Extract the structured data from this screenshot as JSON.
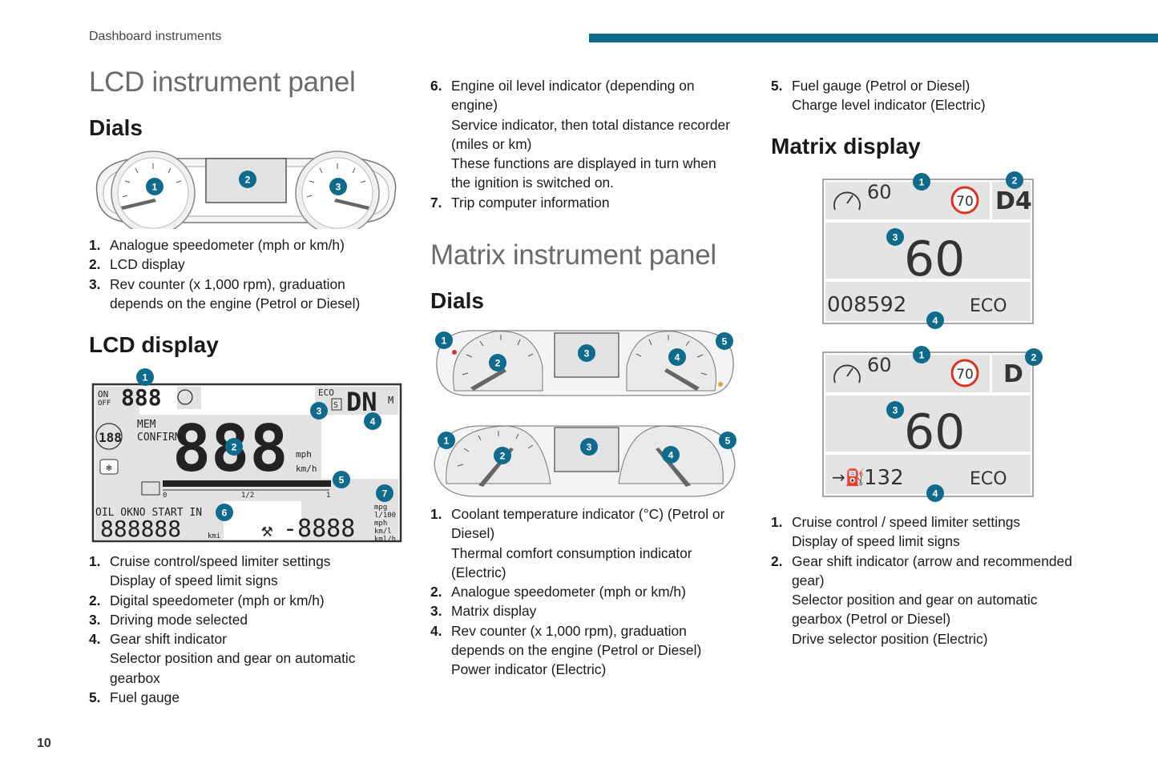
{
  "header": {
    "section": "Dashboard instruments"
  },
  "page_number": "10",
  "col1": {
    "title": "LCD instrument panel",
    "dials_heading": "Dials",
    "dials_items": [
      {
        "num": "1.",
        "lines": [
          "Analogue speedometer (mph or km/h)"
        ]
      },
      {
        "num": "2.",
        "lines": [
          "LCD display"
        ]
      },
      {
        "num": "3.",
        "lines": [
          "Rev counter (x 1,000 rpm), graduation",
          "depends on the engine (Petrol or Diesel)"
        ]
      }
    ],
    "lcd_heading": "LCD display",
    "lcd_items": [
      {
        "num": "1.",
        "lines": [
          "Cruise control/speed limiter settings",
          "Display of speed limit signs"
        ]
      },
      {
        "num": "2.",
        "lines": [
          "Digital speedometer (mph or km/h)"
        ]
      },
      {
        "num": "3.",
        "lines": [
          "Driving mode selected"
        ]
      },
      {
        "num": "4.",
        "lines": [
          "Gear shift indicator",
          "Selector position and gear on automatic",
          "gearbox"
        ]
      },
      {
        "num": "5.",
        "lines": [
          "Fuel gauge"
        ]
      }
    ]
  },
  "col2": {
    "items_top": [
      {
        "num": "6.",
        "lines": [
          "Engine oil level indicator (depending on",
          "engine)",
          "Service indicator, then total distance recorder",
          "(miles or km)",
          "These functions are displayed in turn when",
          "the ignition is switched on."
        ]
      },
      {
        "num": "7.",
        "lines": [
          "Trip computer information"
        ]
      }
    ],
    "title": "Matrix instrument panel",
    "dials_heading": "Dials",
    "dials_items": [
      {
        "num": "1.",
        "lines": [
          "Coolant temperature indicator (°C) (Petrol or",
          "Diesel)",
          "Thermal comfort consumption indicator",
          "(Electric)"
        ]
      },
      {
        "num": "2.",
        "lines": [
          "Analogue speedometer (mph or km/h)"
        ]
      },
      {
        "num": "3.",
        "lines": [
          "Matrix display"
        ]
      },
      {
        "num": "4.",
        "lines": [
          "Rev counter (x 1,000 rpm), graduation",
          "depends on the engine (Petrol or Diesel)",
          "Power indicator (Electric)"
        ]
      }
    ]
  },
  "col3": {
    "items_top": [
      {
        "num": "5.",
        "lines": [
          "Fuel gauge (Petrol or Diesel)",
          "Charge level indicator (Electric)"
        ]
      }
    ],
    "matrix_heading": "Matrix display",
    "matrix_items": [
      {
        "num": "1.",
        "lines": [
          "Cruise control / speed limiter settings",
          "Display of speed limit signs"
        ]
      },
      {
        "num": "2.",
        "lines": [
          "Gear shift indicator (arrow and recommended",
          "gear)",
          "Selector position and gear on automatic",
          "gearbox (Petrol or Diesel)",
          "Drive selector position (Electric)"
        ]
      }
    ]
  },
  "figures": {
    "lcd_dials": {
      "callouts": [
        "1",
        "2",
        "3"
      ]
    },
    "lcd_display": {
      "callouts": [
        "1",
        "2",
        "3",
        "4",
        "5",
        "6",
        "7"
      ],
      "texts": {
        "on": "ON",
        "off": "OFF",
        "mem": "MEM",
        "confirm": "CONFIRM",
        "eco": "ECO",
        "s": "S",
        "gear": "DN",
        "m": "M",
        "mph": "mph",
        "kmh": "km/h",
        "half": "1/2",
        "zero": "0",
        "one": "1",
        "oil": "OIL OKNO START IN",
        "odo": "888888",
        "kmi": "kmi",
        "trip": "-8888",
        "tripunits": [
          "mpg",
          "l/100",
          "mph",
          "km/l",
          "kml/h"
        ],
        "speed": "888",
        "cruise": "188"
      }
    },
    "matrix_dials_1": {
      "callouts": [
        "1",
        "2",
        "3",
        "4",
        "5"
      ]
    },
    "matrix_dials_2": {
      "callouts": [
        "1",
        "2",
        "3",
        "4",
        "5"
      ]
    },
    "matrix_display_1": {
      "callouts": [
        "1",
        "2",
        "3",
        "4"
      ],
      "cruise_speed": "60",
      "limit_sign": "70",
      "gear": "D4",
      "speed": "60",
      "odometer": "008592",
      "mode": "ECO"
    },
    "matrix_display_2": {
      "callouts": [
        "1",
        "2",
        "3",
        "4"
      ],
      "cruise_speed": "60",
      "limit_sign": "70",
      "gear": "D",
      "speed": "60",
      "range": "132",
      "mode": "ECO"
    }
  },
  "colors": {
    "accent": "#0f6b8c",
    "badge": "#0f6b8c",
    "lcd_bg": "#e2e2e2"
  }
}
